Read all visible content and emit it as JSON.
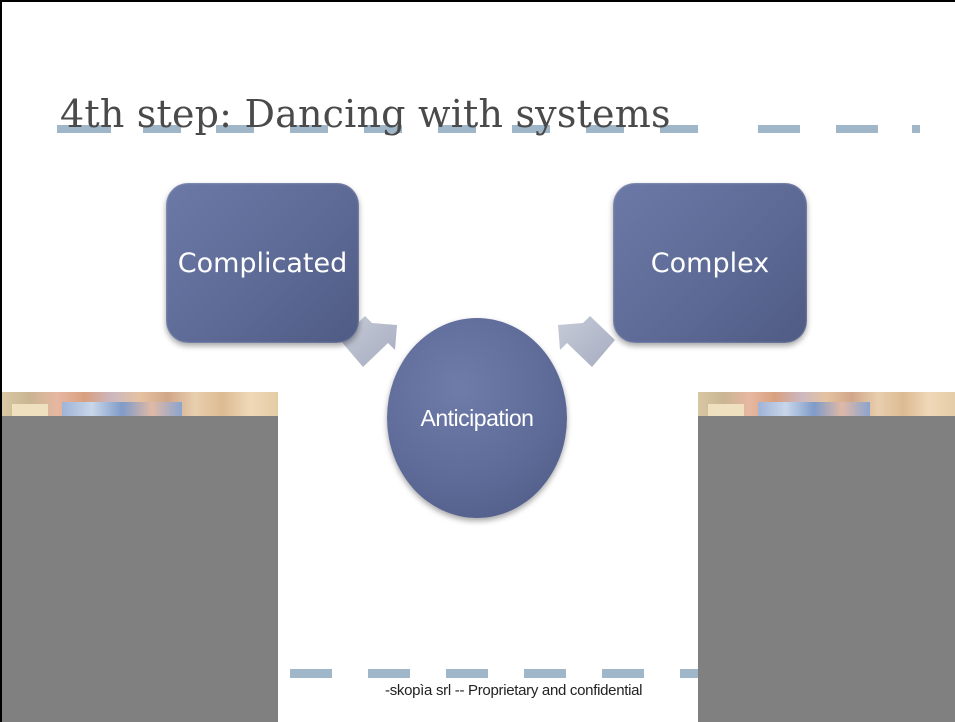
{
  "slide": {
    "title": "4th step: Dancing with systems",
    "footer": "-skopìa srl -- Proprietary and confidential"
  },
  "diagram": {
    "left_box": "Complicated",
    "right_box": "Complex",
    "center": "Anticipation"
  },
  "colors": {
    "shape_fill": "#5e6b98",
    "arrow_fill": "#b3b8c9",
    "dash_accent": "#9fb7c9",
    "title_text": "#4a4a4a",
    "panel_gray": "#808080"
  }
}
